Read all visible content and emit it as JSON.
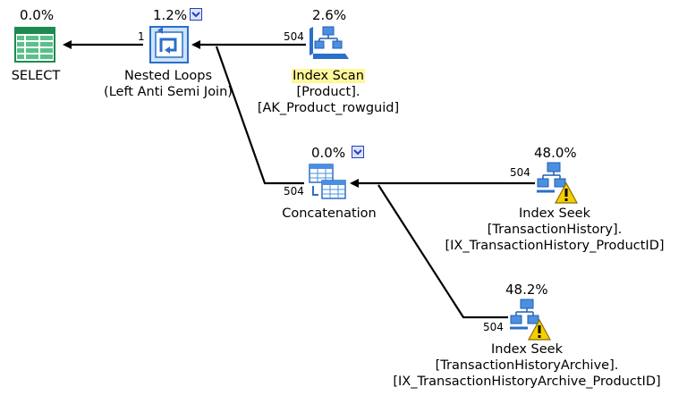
{
  "nodes": {
    "select": {
      "cost": "0.0%",
      "lines": [
        "SELECT"
      ]
    },
    "nested_loops": {
      "cost": "1.2%",
      "lines": [
        "Nested Loops",
        "(Left Anti Semi Join)"
      ]
    },
    "index_scan": {
      "cost": "2.6%",
      "lines": [
        "Index Scan",
        "[Product].",
        "[AK_Product_rowguid]"
      ]
    },
    "concatenation": {
      "cost": "0.0%",
      "lines": [
        "Concatenation"
      ]
    },
    "index_seek_history": {
      "cost": "48.0%",
      "lines": [
        "Index Seek",
        "[TransactionHistory].",
        "[IX_TransactionHistory_ProductID]"
      ]
    },
    "index_seek_archive": {
      "cost": "48.2%",
      "lines": [
        "Index Seek",
        "[TransactionHistoryArchive].",
        "[IX_TransactionHistoryArchive_ProductID]"
      ]
    }
  },
  "edges": {
    "nested_to_select": "1",
    "scan_to_nested": "504",
    "concat_to_nested": "504",
    "history_to_concat": "504",
    "archive_to_concat": "504"
  },
  "icons": {
    "select": "select-grid-icon",
    "nested_loops": "nested-loops-icon",
    "index_scan": "index-scan-icon",
    "concatenation": "concatenation-icon",
    "index_seek": "index-seek-icon",
    "warning": "warning-icon",
    "dropdown": "chevron-down-icon"
  },
  "colors": {
    "highlight": "#fff799",
    "icon_blue": "#2a6fc9",
    "select_green": "#1f8a50",
    "warning_yellow": "#f5d000"
  }
}
